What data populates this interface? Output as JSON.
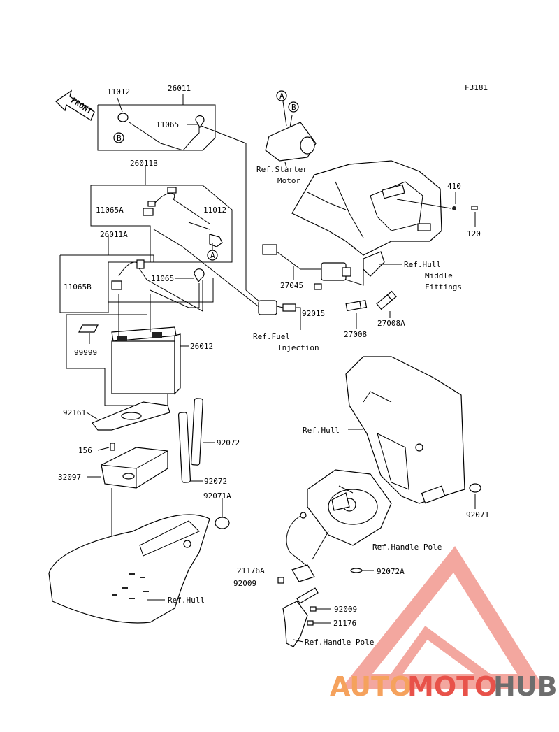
{
  "figure_code": "F3181",
  "front_marker": "FRONT",
  "callouts": {
    "p11012_top": "11012",
    "p26011": "26011",
    "p11065_top": "11065",
    "p26011B": "26011B",
    "p11065A": "11065A",
    "p11012_mid": "11012",
    "p26011A": "26011A",
    "p11065B": "11065B",
    "p11065_mid": "11065",
    "p99999": "99999",
    "p26012": "26012",
    "p92161": "92161",
    "p92072_a": "92072",
    "p156": "156",
    "p32097": "32097",
    "p92072_b": "92072",
    "p92071A": "92071A",
    "p410": "410",
    "p120": "120",
    "p27045": "27045",
    "p92015": "92015",
    "p27008": "27008",
    "p27008A": "27008A",
    "p92071": "92071",
    "p21176A": "21176A",
    "p92009_a": "92009",
    "p92072A": "92072A",
    "p92009_b": "92009",
    "p21176": "21176"
  },
  "references": {
    "starter_1": "Ref.Starter",
    "starter_2": "Motor",
    "hull_middle_1": "Ref.Hull",
    "hull_middle_2": "Middle",
    "hull_middle_3": "Fittings",
    "fuel_1": "Ref.Fuel",
    "fuel_2": "Injection",
    "hull_right": "Ref.Hull",
    "handle_pole_1": "Ref.Handle Pole",
    "hull_left": "Ref.Hull",
    "handle_pole_2": "Ref.Handle Pole"
  },
  "connector_marks": {
    "a_top": "A",
    "b_top": "B",
    "b_left": "B",
    "a_mid": "A"
  },
  "watermark": {
    "part1": "AUTO",
    "part2": "MOTO",
    "part3": "HUB",
    "color_orange": "#f5a25d",
    "color_red": "#e8524a",
    "color_gray": "#6d6d6d"
  }
}
